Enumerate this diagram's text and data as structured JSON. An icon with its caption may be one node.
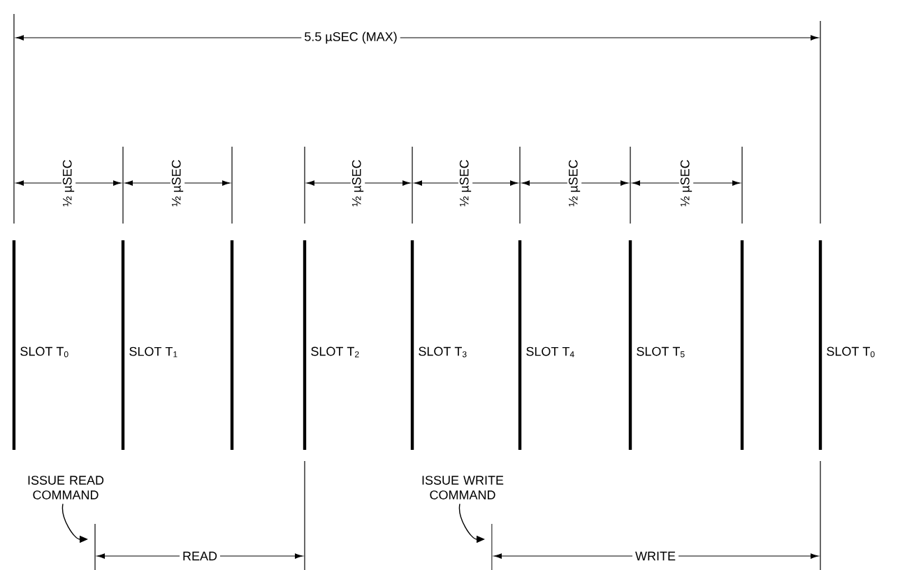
{
  "diagram": {
    "nodes": [
      {
        "text": [
          "ISSUE READ COMMAND"
        ]
      },
      {
        "text": [
          "ISSUE WRITE COMMAND"
        ]
      }
    ],
    "edges": [
      {
        "from": 0,
        "to": null,
        "arrow": "to"
      },
      {
        "from": 1,
        "to": null,
        "arrow": "to"
      }
    ],
    "labels": [
      "5.5 µSEC (MAX)",
      "½ µSEC",
      "½ µSEC",
      "½ µSEC",
      "½ µSEC",
      "½ µSEC",
      "½ µSEC",
      "SLOT T$_{0}$",
      "SLOT T$_{1}$",
      "SLOT T$_{2}$",
      "SLOT T$_{3}$",
      "SLOT T$_{4}$",
      "SLOT T$_{5}$",
      "SLOT T$_{0}$",
      "READ",
      "WRITE"
    ]
  }
}
